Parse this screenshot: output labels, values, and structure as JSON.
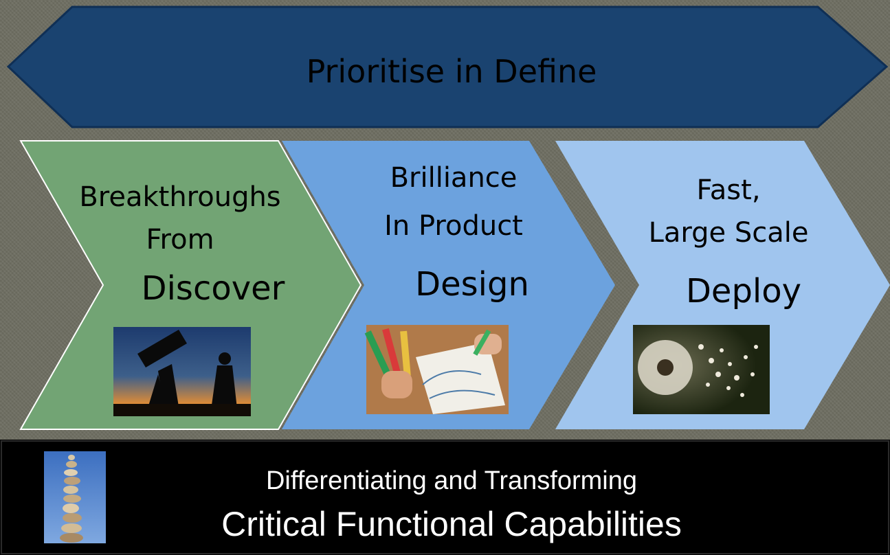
{
  "banner": {
    "title": "Prioritise in Define"
  },
  "steps": [
    {
      "line1": "Breakthroughs",
      "line2": "From",
      "line3_initial": "D",
      "line3_rest": "iscover",
      "image_icon": "telescope-silhouette-photo"
    },
    {
      "line1": "Brilliance",
      "line2": "In Product",
      "line3_initial": "D",
      "line3_rest": "esign",
      "image_icon": "hands-drawing-photo"
    },
    {
      "line1": "Fast,",
      "line2": "Large Scale",
      "line3_initial": "D",
      "line3_rest": "eploy",
      "image_icon": "dandelion-seeds-photo"
    }
  ],
  "footer": {
    "line1": "Differentiating and Transforming",
    "line2": "Critical Functional Capabilities",
    "image_icon": "stacked-stones-photo"
  },
  "colors": {
    "banner": "#1a4370",
    "banner_border": "#0f2f55",
    "step1": "#72a474",
    "step2": "#6ca2de",
    "step3": "#a0c5ee",
    "footer_bg": "#000000"
  }
}
